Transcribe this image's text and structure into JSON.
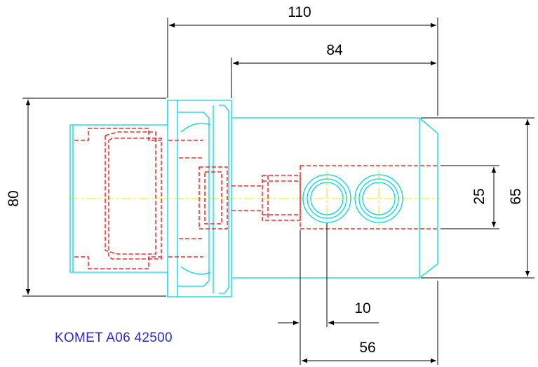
{
  "caption": "KOMET A06 42500",
  "dimensions": {
    "overall_length": "110",
    "body_length": "84",
    "flange_diameter": "80",
    "body_diameter": "65",
    "bore_spacing": "25",
    "offset": "10",
    "hole_length": "56"
  },
  "colors": {
    "outline": "#00d8e8",
    "hidden": "#ff0000",
    "centerline": "#e8e800",
    "dimension": "#000000",
    "caption": "#2a2ad8"
  }
}
